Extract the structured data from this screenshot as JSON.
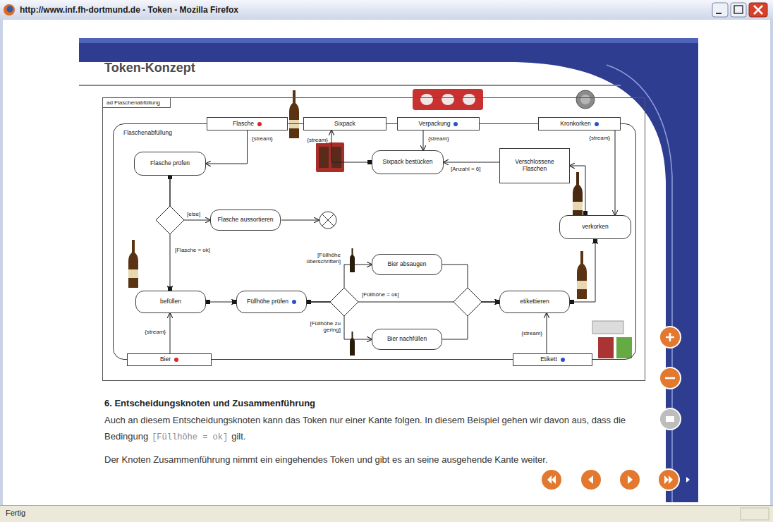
{
  "diagram": {
    "title": "Token-Konzept",
    "nodes": [
      {
        "text": [
          "ad Flaschenabfüllung"
        ]
      },
      {
        "text": [
          "Flaschenabfüllung"
        ],
        "in": 0
      },
      {
        "text": [
          "Flasche"
        ],
        "in": 1
      },
      {
        "text": [
          "Sixpack"
        ],
        "in": 1
      },
      {
        "text": [
          "Verpackung"
        ],
        "in": 1
      },
      {
        "text": [
          "Kronkorken"
        ],
        "in": 1
      },
      {
        "text": [
          "Flasche prüfen"
        ],
        "in": 1
      },
      {
        "text": [
          "Sixpack bestücken"
        ],
        "in": 1
      },
      {
        "text": [
          "Verschlossene Flaschen"
        ],
        "in": 1
      },
      {
        "text": [
          "Flasche aussortieren"
        ],
        "in": 1
      },
      {
        "text": [
          "verkorken"
        ],
        "in": 1
      },
      {
        "text": [
          "befüllen"
        ],
        "in": 1
      },
      {
        "text": [
          "Füllhöhe prüfen"
        ],
        "in": 1
      },
      {
        "text": [
          "Bier absaugen"
        ],
        "in": 1
      },
      {
        "text": [
          "Bier nachfüllen"
        ],
        "in": 1
      },
      {
        "text": [
          "etikettieren"
        ],
        "in": 1
      },
      {
        "text": [
          "Bier"
        ],
        "in": 1
      },
      {
        "text": [
          "Etikett"
        ],
        "in": 1
      }
    ],
    "edges": [
      {
        "from": 2,
        "to": 6,
        "label": "{stream}",
        "arrow": "to"
      },
      {
        "from": 6,
        "to": 9,
        "label": "[else]",
        "arrow": "to"
      },
      {
        "from": 6,
        "to": 11,
        "label": "[Flasche = ok]",
        "arrow": "to"
      },
      {
        "from": 16,
        "to": 11,
        "label": "{stream}",
        "arrow": "to"
      },
      {
        "from": 11,
        "to": 12,
        "arrow": "to"
      },
      {
        "from": 12,
        "to": 13,
        "label": "[Füllhöhe überschritten]",
        "arrow": "to"
      },
      {
        "from": 12,
        "to": 14,
        "label": "[Füllhöhe zu gering]",
        "arrow": "to"
      },
      {
        "from": 12,
        "to": 15,
        "label": "[Füllhöhe = ok]",
        "arrow": "to"
      },
      {
        "from": 13,
        "to": 15,
        "arrow": "to"
      },
      {
        "from": 14,
        "to": 15,
        "arrow": "to"
      },
      {
        "from": 17,
        "to": 15,
        "label": "{stream}",
        "arrow": "to"
      },
      {
        "from": 15,
        "to": 10,
        "arrow": "to"
      },
      {
        "from": 5,
        "to": 10,
        "label": "{stream}",
        "arrow": "to"
      },
      {
        "from": 10,
        "to": 8,
        "arrow": "to"
      },
      {
        "from": 8,
        "to": 7,
        "label": "[Anzahl = 6]",
        "arrow": "to"
      },
      {
        "from": 4,
        "to": 7,
        "label": "{stream}",
        "arrow": "to"
      },
      {
        "from": 7,
        "to": 3,
        "label": "{stream}",
        "arrow": "to"
      }
    ],
    "labels": [
      "http://www.inf.fh-dortmund.de - Token - Mozilla Firefox",
      "6. Entscheidungsknoten und Zusammenführung",
      "Auch an diesem Entscheidungsknoten kann das Token nur einer Kante folgen. In diesem Beispiel gehen wir davon aus, dass die Bedingung",
      "[Füllhöhe = ok]",
      "gilt.",
      "Der Knoten Zusammenführung nimmt ein eingehendes Token und gibt es an seine ausgehende Kante weiter.",
      "Fertig"
    ]
  }
}
